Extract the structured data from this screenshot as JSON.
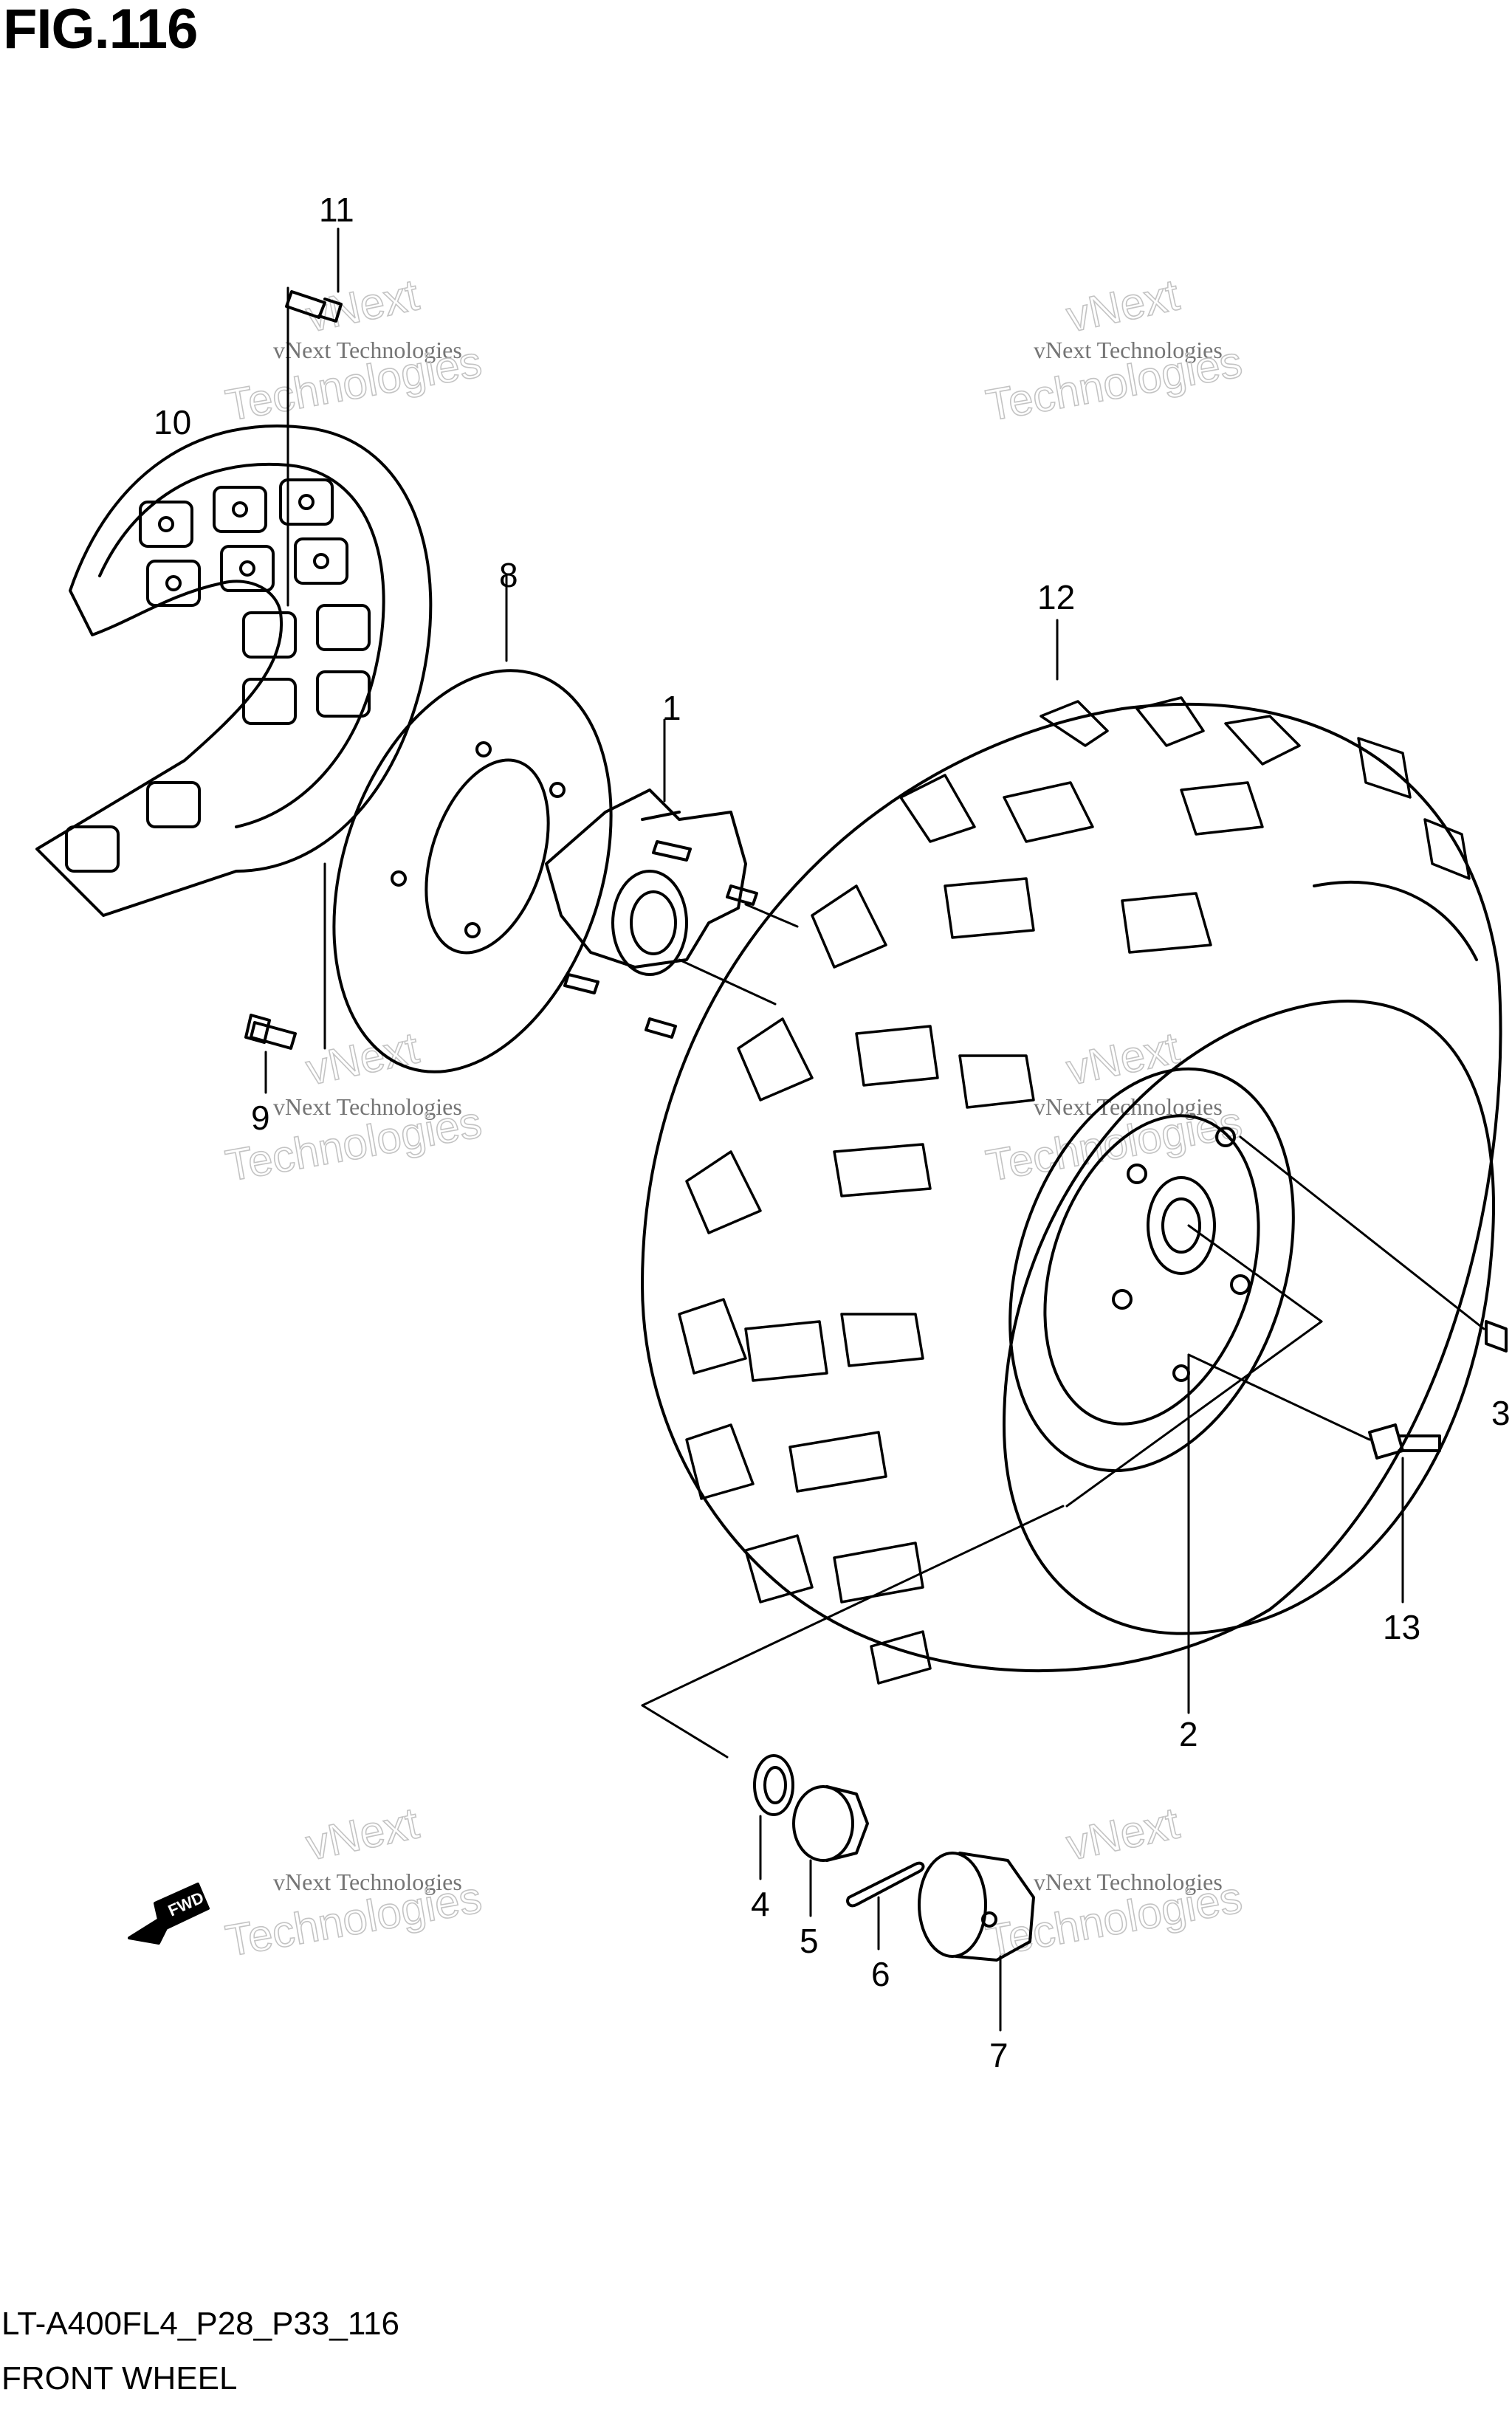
{
  "figure": {
    "title": "FIG.116",
    "code": "LT-A400FL4_P28_P33_116",
    "caption": "FRONT WHEEL",
    "fwd_label": "FWD"
  },
  "callouts": [
    "1",
    "2",
    "3",
    "4",
    "5",
    "6",
    "7",
    "8",
    "9",
    "10",
    "11",
    "12",
    "13"
  ],
  "watermark": {
    "company": "vNext Technologies",
    "brand": "vNext",
    "word": "Technologies"
  }
}
